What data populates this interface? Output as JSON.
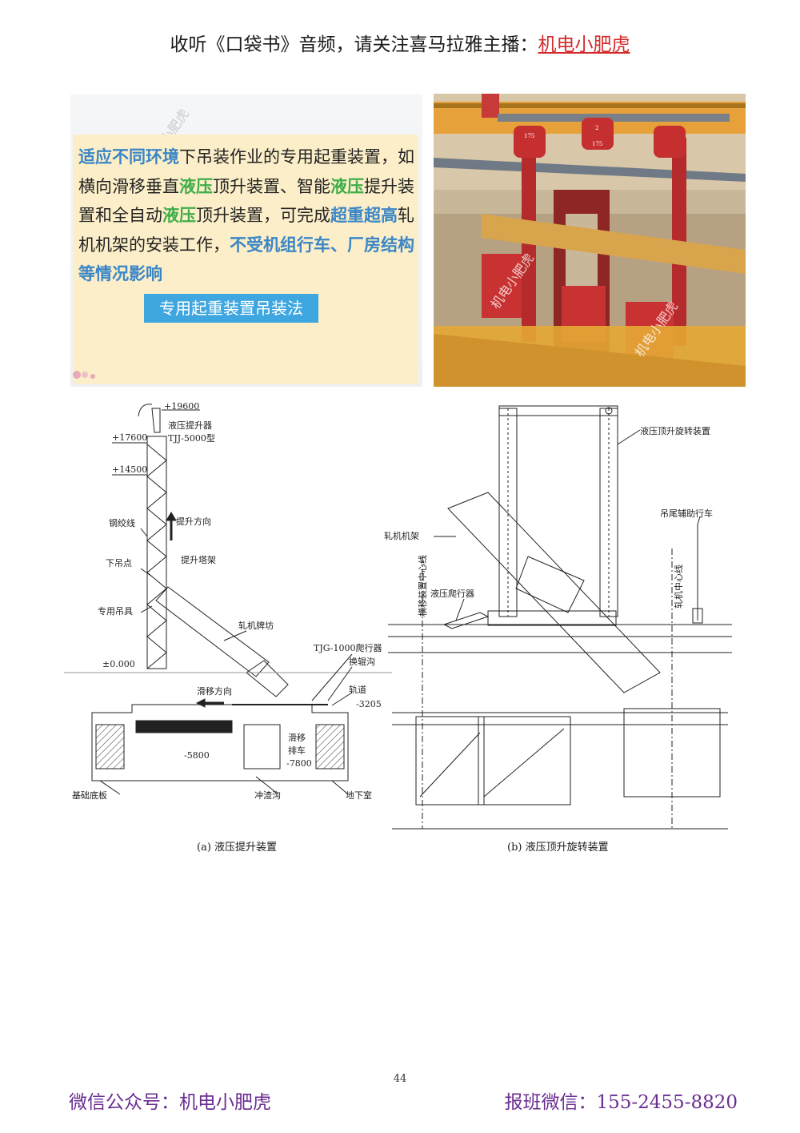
{
  "header": {
    "prefix": "收听《口袋书》音频，请关注喜马拉雅主播：",
    "highlight": "机电小肥虎"
  },
  "callout": {
    "segments": [
      {
        "text": "适应不同环境",
        "style": "blue"
      },
      {
        "text": "下吊装作业的专用起重装置，如横向滑移垂直",
        "style": "dark"
      },
      {
        "text": "液压",
        "style": "green"
      },
      {
        "text": "顶升装置、智能",
        "style": "dark"
      },
      {
        "text": "液压",
        "style": "green"
      },
      {
        "text": "提升装置和全自动",
        "style": "dark"
      },
      {
        "text": "液压",
        "style": "green"
      },
      {
        "text": "顶升装置，可完成",
        "style": "dark"
      },
      {
        "text": "超重超高",
        "style": "blue"
      },
      {
        "text": "轧机机架的安装工作，",
        "style": "dark"
      },
      {
        "text": "不受机组行车、厂房结构等情况影响",
        "style": "blue"
      }
    ],
    "tag": "专用起重装置吊装法",
    "watermark": "机电小肥虎"
  },
  "photo": {
    "watermark_1": "机电小肥虎",
    "watermark_2": "机电小肥虎",
    "labels": [
      "175",
      "2",
      "175"
    ]
  },
  "figure_a": {
    "caption": "(a) 液压提升装置",
    "labels": {
      "el_19600": "+19600",
      "lifter": "液压提升器",
      "lifter_model": "TJJ-5000型",
      "el_17600": "+17600",
      "el_14500": "+14500",
      "strand": "钢绞线",
      "lift_dir": "提升方向",
      "lower_point": "下吊点",
      "tower": "提升塔架",
      "rig": "专用吊具",
      "housing": "轧机牌坊",
      "crawler": "TJG-1000爬行器",
      "roll_pit": "换辊沟",
      "zero": "±0.000",
      "slide_dir": "滑移方向",
      "track": "轨道",
      "el_3205": "-3205",
      "slide": "滑移",
      "cart": "排车",
      "el_7800": "-7800",
      "el_5800": "-5800",
      "base_plate": "基础底板",
      "slag": "冲渣沟",
      "basement": "地下室"
    }
  },
  "figure_b": {
    "caption": "(b) 液压顶升旋转装置",
    "labels": {
      "jack_rot": "液压顶升旋转装置",
      "tail_cart": "吊尾辅助行车",
      "frame": "轧机机架",
      "slide_center": "横移装置中心线",
      "crawler": "液压爬行器",
      "mill_center": "轧机中心线"
    }
  },
  "page_number": "44",
  "footer": {
    "left": "微信公众号：机电小肥虎",
    "right": "报班微信：155-2455-8820"
  },
  "colors": {
    "accent_red": "#d42a2a",
    "footer_purple": "#6a2d91",
    "callout_bg": "#fbeec8",
    "tag_blue": "#3fa7e0",
    "text_blue": "#3b86c6",
    "text_green": "#3fae49"
  }
}
